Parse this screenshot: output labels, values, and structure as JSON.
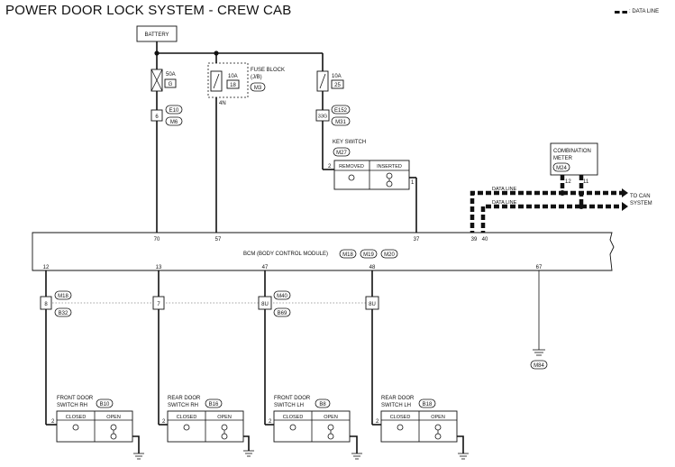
{
  "title": "POWER DOOR LOCK SYSTEM - CREW CAB",
  "legend": {
    "label": ": DATA LINE"
  },
  "battery": "BATTERY",
  "fuses": {
    "f1": {
      "amp": "50A",
      "num": "G"
    },
    "f2": {
      "amp": "10A",
      "num": "18"
    },
    "f3": {
      "amp": "10A",
      "num": "25"
    },
    "block": "FUSE BLOCK",
    "block_sub": "(J/B)",
    "block_conn": "M3",
    "block_term": "4N"
  },
  "conn_top": {
    "e10_term": "6",
    "e10": "E10",
    "m6": "M6",
    "e152_term": "33G",
    "e152": "E152",
    "m31": "M31"
  },
  "key_switch": {
    "title": "KEY SWITCH",
    "conn": "M27",
    "col1": "REMOVED",
    "col2": "INSERTED",
    "pin_left": "2",
    "pin_right": "1"
  },
  "meter": {
    "title1": "COMBINATION",
    "title2": "METER",
    "conn": "M24",
    "pin_a": "12",
    "pin_b": "11",
    "data_line_1": "DATA LINE",
    "data_line_2": "DATA LINE",
    "to_can_1": "TO CAN",
    "to_can_2": "SYSTEM"
  },
  "bcm": {
    "label": "BCM (BODY CONTROL MODULE)",
    "c1": "M18",
    "c2": "M19",
    "c3": "M20",
    "pins_top": [
      "70",
      "57",
      "37",
      "39",
      "40"
    ],
    "pins_bottom": [
      "12",
      "13",
      "47",
      "48",
      "67"
    ]
  },
  "bottom_conn": {
    "m18": "M18",
    "b32": "B32",
    "m40": "M40",
    "b69": "B69",
    "t1": "8",
    "t2": "7",
    "t3": "8U",
    "t4": "8U"
  },
  "ground": {
    "conn": "M84"
  },
  "switches": [
    {
      "l1": "FRONT DOOR",
      "l2": "SWITCH RH",
      "conn": "B10",
      "pin": "2",
      "closed": "CLOSED",
      "open": "OPEN"
    },
    {
      "l1": "REAR DOOR",
      "l2": "SWITCH RH",
      "conn": "B16",
      "pin": "2",
      "closed": "CLOSED",
      "open": "OPEN"
    },
    {
      "l1": "FRONT DOOR",
      "l2": "SWITCH LH",
      "conn": "B8",
      "pin": "2",
      "closed": "CLOSED",
      "open": "OPEN"
    },
    {
      "l1": "REAR DOOR",
      "l2": "SWITCH LH",
      "conn": "B18",
      "pin": "2",
      "closed": "CLOSED",
      "open": "OPEN"
    }
  ]
}
